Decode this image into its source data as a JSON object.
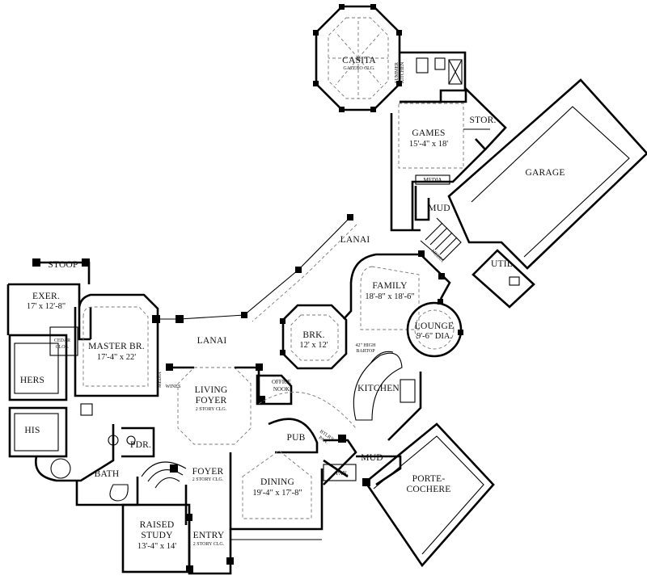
{
  "rooms": {
    "casita": {
      "name": "CASITA",
      "sub": "GAZEBO CLG."
    },
    "summer_kitchen": {
      "line1": "SUMMER",
      "line2": "KITCHEN"
    },
    "games": {
      "name": "GAMES",
      "dim": "15'-4\" x 18'"
    },
    "stor": {
      "name": "STOR."
    },
    "garage": {
      "name": "GARAGE"
    },
    "media_upper": {
      "name": "MEDIA"
    },
    "mud_upper": {
      "name": "MUD"
    },
    "lanai_upper": {
      "name": "LANAI"
    },
    "media_stair": {
      "name": "MEDIA"
    },
    "util": {
      "name": "UTIL."
    },
    "family": {
      "name": "FAMILY",
      "dim": "18'-8\" x 18'-6\""
    },
    "lounge": {
      "name": "LOUNGE",
      "dim": "9'-6\" DIA."
    },
    "stoop": {
      "name": "STOOP"
    },
    "exer": {
      "name": "EXER.",
      "dim": "17' x 12'-8\""
    },
    "master": {
      "name": "MASTER BR.",
      "dim": "17'-4\" x 22'"
    },
    "lanai_lower": {
      "name": "LANAI"
    },
    "brk": {
      "name": "BRK.",
      "dim": "12' x 12'"
    },
    "bartop": {
      "line1": "42\" HIGH",
      "line2": "BARTOP"
    },
    "cedar": {
      "line1": "CEDAR",
      "line2": "CLOS."
    },
    "hers": {
      "name": "HERS"
    },
    "media_master": {
      "name": "MEDIA"
    },
    "wines": {
      "name": "WINES"
    },
    "living_foyer": {
      "line1": "LIVING",
      "line2": "FOYER",
      "sub": "2 STORY CLG."
    },
    "office_nook": {
      "line1": "OFFICE",
      "line2": "NOOK"
    },
    "kitchen": {
      "name": "KITCHEN"
    },
    "his": {
      "name": "HIS"
    },
    "pdr": {
      "name": "PDR."
    },
    "pub": {
      "name": "PUB"
    },
    "btlrs_pan": {
      "line1": "BTLR'S",
      "line2": "PAN."
    },
    "bath": {
      "name": "BATH"
    },
    "foyer": {
      "name": "FOYER",
      "sub": "2 STORY CLG."
    },
    "dining": {
      "name": "DINING",
      "dim": "19'-4\" x 17'-8\""
    },
    "pan": {
      "name": "PAN."
    },
    "mud_lower": {
      "name": "MUD"
    },
    "porte": {
      "line1": "PORTE-",
      "line2": "COCHERE"
    },
    "study": {
      "line1": "RAISED",
      "line2": "STUDY",
      "dim": "13'-4\" x 14'"
    },
    "entry": {
      "name": "ENTRY",
      "sub": "2 STORY CLG."
    }
  }
}
